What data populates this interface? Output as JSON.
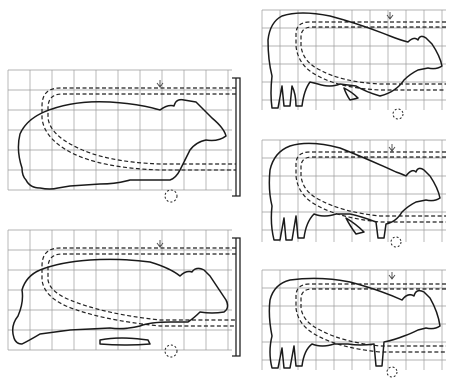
{
  "figure": {
    "panels": [
      {
        "id": "lying-sternal",
        "subject": "cow-silhouette",
        "posture": "lying",
        "column": "left",
        "row": 1
      },
      {
        "id": "lying-rising",
        "subject": "cow-silhouette",
        "posture": "lying",
        "column": "left",
        "row": 2
      },
      {
        "id": "standing-head-low",
        "subject": "cow-silhouette",
        "posture": "standing",
        "column": "right",
        "row": 1
      },
      {
        "id": "standing-stepping",
        "subject": "cow-silhouette",
        "posture": "standing",
        "column": "right",
        "row": 2
      },
      {
        "id": "standing-head-up",
        "subject": "cow-silhouette",
        "posture": "standing",
        "column": "right",
        "row": 3
      }
    ],
    "elements": {
      "grid": "square-grid",
      "harness": "dashed-double-line",
      "marker": "dashed-circle",
      "pointer": "down-arrow-icon",
      "colors": {
        "line": "#1a1a1a",
        "grid": "#9a9a9a",
        "background": "#ffffff"
      }
    }
  }
}
